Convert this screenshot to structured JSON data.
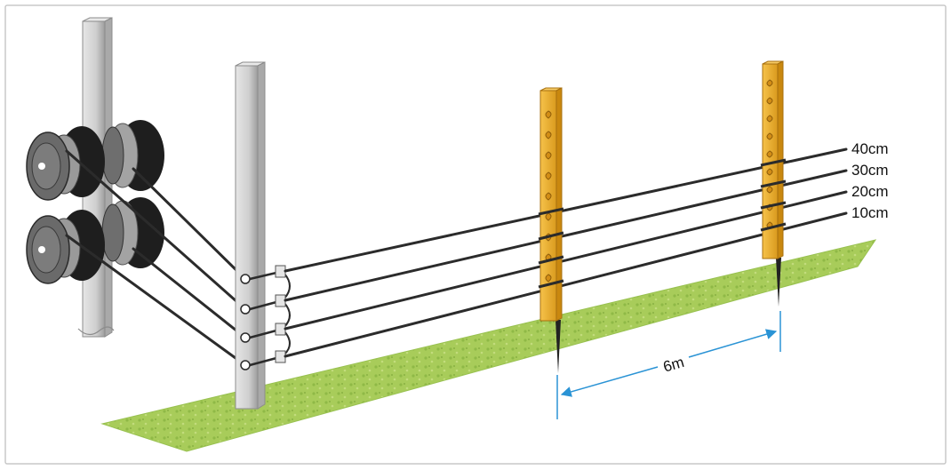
{
  "wire_labels": [
    "40cm",
    "30cm",
    "20cm",
    "10cm"
  ],
  "spacing_label": "6m",
  "colors": {
    "grass": "#a8cc5a",
    "grass_dark": "#7fa83a",
    "wire": "#2b2b2b",
    "post_metal": "#cfcfcf",
    "post_yellow": "#f2b134",
    "reel_black": "#1e1e1e",
    "reel_grey": "#8a8a8a",
    "dimension": "#2a93d5"
  }
}
